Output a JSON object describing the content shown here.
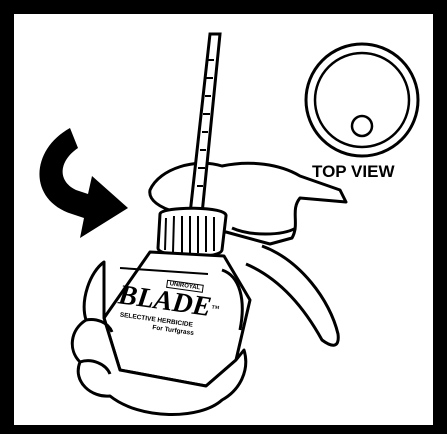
{
  "labels": {
    "top_view": "TOP VIEW"
  },
  "bottle": {
    "maker": "UNIROYAL",
    "brand": "BLADE",
    "trademark": "™",
    "line1": "SELECTIVE HERBICIDE",
    "line2": "For Turfgrass"
  },
  "icons": {
    "rotation": "curved-arrow-icon",
    "cap_top": "cap-top-view-icon"
  },
  "colors": {
    "ink": "#000000",
    "paper": "#ffffff"
  }
}
